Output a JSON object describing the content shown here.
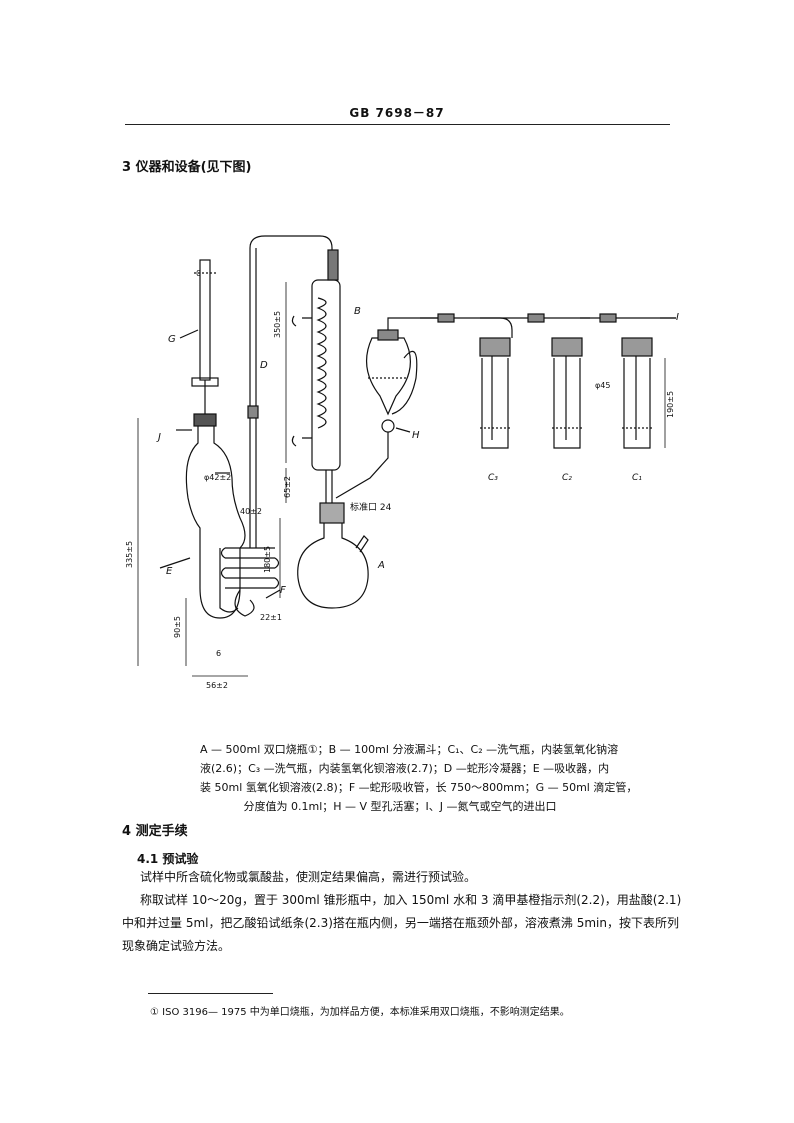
{
  "header": {
    "standard_code": "GB 7698－87"
  },
  "section3": {
    "title": "3  仪器和设备(见下图)"
  },
  "figure": {
    "labels": {
      "G": "G",
      "J": "J",
      "E": "E",
      "F": "F",
      "D": "D",
      "B": "B",
      "H": "H",
      "A": "A",
      "I": "I",
      "C3": "C₃",
      "C2": "C₂",
      "C1": "C₁",
      "zero": "0"
    },
    "dimensions": {
      "d350": "350±5",
      "d65": "65±2",
      "d40": "40±2",
      "d180": "180±5",
      "d22": "22±1",
      "d335": "335±5",
      "d90": "90±5",
      "d6": "6",
      "d56": "56±2",
      "d42": "φ42±2",
      "d45": "φ45",
      "d190": "190±5",
      "joint": "标准口 24"
    }
  },
  "caption": {
    "line1": "A — 500ml 双口烧瓶①；B — 100ml 分液漏斗；C₁、C₂ —洗气瓶，内装氢氧化钠溶",
    "line2": "液(2.6)；C₃ —洗气瓶，内装氢氧化钡溶液(2.7)；D —蛇形冷凝器；E —吸收器，内",
    "line3": "装 50ml 氢氧化钡溶液(2.8)；F —蛇形吸收管，长 750～800mm；G — 50ml 滴定管，",
    "line4": "分度值为 0.1ml；H — V 型孔活塞；I、J —氮气或空气的进出口"
  },
  "section4": {
    "title": "4  测定手续",
    "sub1_title": "4.1  预试验",
    "para1": "试样中所含硫化物或氯酸盐，使测定结果偏高，需进行预试验。",
    "para2": "称取试样 10～20g，置于 300ml 锥形瓶中，加入 150ml 水和 3 滴甲基橙指示剂(2.2)，用盐酸(2.1)中和并过量 5ml，把乙酸铅试纸条(2.3)搭在瓶内侧，另一端搭在瓶颈外部，溶液煮沸 5min，按下表所列现象确定试验方法。"
  },
  "footnote": {
    "text": "① ISO 3196— 1975 中为单口烧瓶，为加样品方便，本标准采用双口烧瓶，不影响测定结果。"
  }
}
